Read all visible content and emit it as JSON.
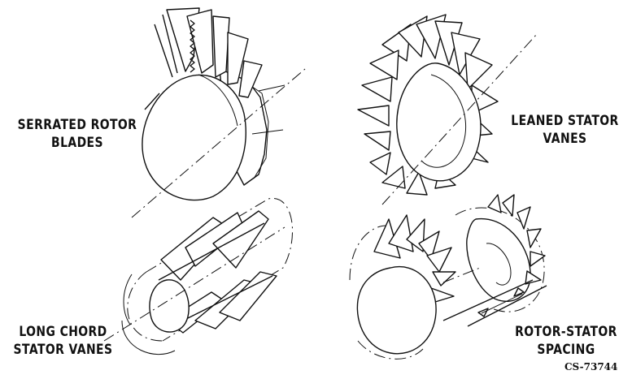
{
  "panels": [
    {
      "id": "serrated",
      "label_lines": [
        "SERRATED ROTOR",
        "BLADES"
      ]
    },
    {
      "id": "leaned",
      "label_lines": [
        "LEANED STATOR",
        "VANES"
      ]
    },
    {
      "id": "longchord",
      "label_lines": [
        "LONG CHORD",
        "STATOR VANES"
      ]
    },
    {
      "id": "spacing",
      "label_lines": [
        "ROTOR-STATOR",
        "SPACING"
      ]
    }
  ],
  "figure_id": "CS-73744"
}
